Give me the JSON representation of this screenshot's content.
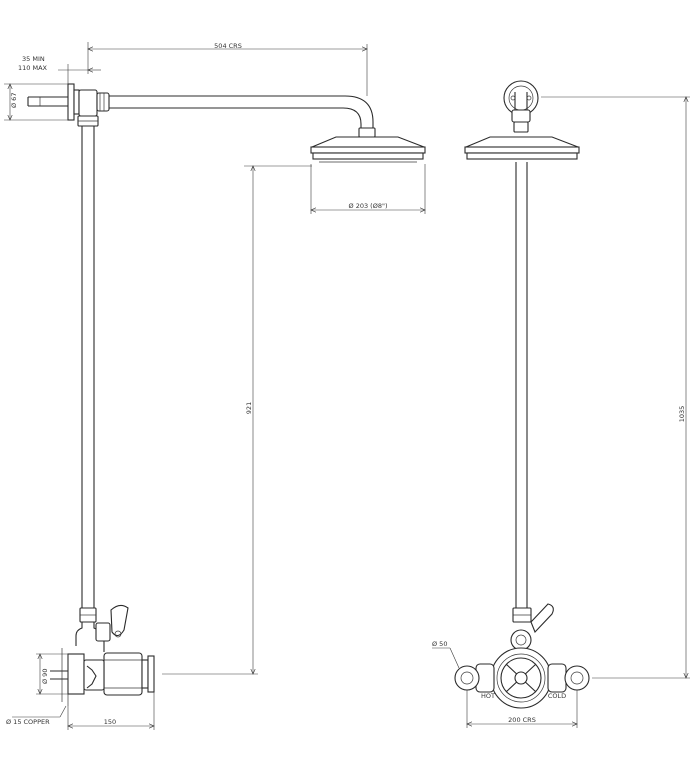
{
  "dimensions": {
    "centres_top": "504 CRS",
    "wall_min": "35 MIN",
    "wall_max": "110 MAX",
    "bracket_dia": "Ø 67",
    "head_dia": "Ø 203 (Ø8\")",
    "height_side": "921",
    "height_front": "1035",
    "valve_dia": "Ø 90",
    "copper": "Ø 15 COPPER",
    "depth": "150",
    "hub_dia": "Ø 50",
    "centres_bottom": "200 CRS"
  },
  "labels": {
    "hot": "HOT",
    "cold": "COLD"
  }
}
